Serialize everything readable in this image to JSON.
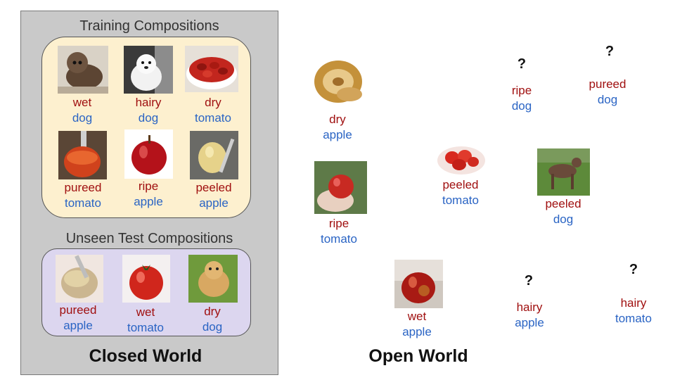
{
  "closed_world": {
    "training_title": "Training Compositions",
    "test_title": "Unseen Test Compositions",
    "label": "Closed World",
    "training": [
      {
        "attribute": "wet",
        "object": "dog",
        "image": "wet-dog-photo"
      },
      {
        "attribute": "hairy",
        "object": "dog",
        "image": "hairy-dog-photo"
      },
      {
        "attribute": "dry",
        "object": "tomato",
        "image": "dry-tomato-photo"
      },
      {
        "attribute": "pureed",
        "object": "tomato",
        "image": "pureed-tomato-photo"
      },
      {
        "attribute": "ripe",
        "object": "apple",
        "image": "ripe-apple-photo"
      },
      {
        "attribute": "peeled",
        "object": "apple",
        "image": "peeled-apple-photo"
      }
    ],
    "test": [
      {
        "attribute": "pureed",
        "object": "apple",
        "image": "pureed-apple-photo"
      },
      {
        "attribute": "wet",
        "object": "tomato",
        "image": "wet-tomato-photo"
      },
      {
        "attribute": "dry",
        "object": "dog",
        "image": "dry-dog-photo"
      }
    ]
  },
  "open_world": {
    "label": "Open World",
    "items": [
      {
        "attribute": "dry",
        "object": "apple",
        "image": "dry-apple-photo"
      },
      {
        "attribute": "ripe",
        "object": "tomato",
        "image": "ripe-tomato-photo"
      },
      {
        "attribute": "peeled",
        "object": "tomato",
        "image": "peeled-tomato-photo"
      },
      {
        "attribute": "peeled",
        "object": "dog",
        "image": "peeled-dog-photo"
      },
      {
        "attribute": "wet",
        "object": "apple",
        "image": "wet-apple-photo"
      }
    ],
    "unknown": [
      {
        "attribute": "ripe",
        "object": "dog",
        "symbol": "?"
      },
      {
        "attribute": "pureed",
        "object": "dog",
        "symbol": "?"
      },
      {
        "attribute": "hairy",
        "object": "apple",
        "symbol": "?"
      },
      {
        "attribute": "hairy",
        "object": "tomato",
        "symbol": "?"
      }
    ]
  }
}
